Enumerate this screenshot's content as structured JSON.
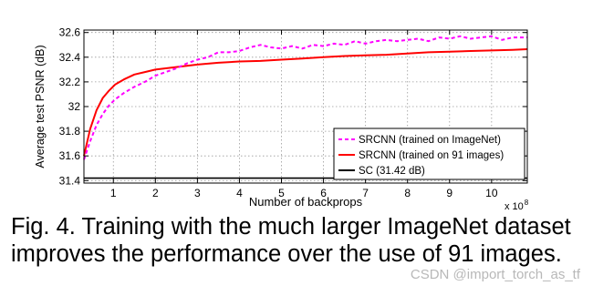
{
  "chart_data": {
    "type": "line",
    "xlabel": "Number of backprops",
    "ylabel": "Average test PSNR (dB)",
    "x_scale_label": "x 10",
    "x_scale_exp": "8",
    "xlim": [
      0.3,
      10.85
    ],
    "ylim": [
      31.38,
      32.62
    ],
    "xticks": [
      "1",
      "2",
      "3",
      "4",
      "5",
      "6",
      "7",
      "8",
      "9",
      "10"
    ],
    "yticks": [
      "31.4",
      "31.6",
      "31.8",
      "32",
      "32.2",
      "32.4",
      "32.6"
    ],
    "grid": true,
    "legend_position": "bottom-right",
    "series": [
      {
        "name": "SRCNN (trained on ImageNet)",
        "color": "#ff00ff",
        "style": "dashed",
        "x": [
          0.3,
          0.45,
          0.6,
          0.75,
          0.9,
          1.05,
          1.25,
          1.5,
          1.75,
          2.0,
          2.25,
          2.5,
          2.75,
          3.0,
          3.25,
          3.5,
          3.75,
          4.0,
          4.25,
          4.5,
          4.75,
          5.0,
          5.25,
          5.5,
          5.75,
          6.0,
          6.25,
          6.5,
          6.75,
          7.0,
          7.25,
          7.5,
          7.75,
          8.0,
          8.25,
          8.5,
          8.75,
          9.0,
          9.25,
          9.5,
          9.75,
          10.0,
          10.25,
          10.5,
          10.85
        ],
        "y": [
          31.57,
          31.72,
          31.85,
          31.94,
          32.01,
          32.06,
          32.11,
          32.16,
          32.2,
          32.25,
          32.28,
          32.31,
          32.35,
          32.38,
          32.4,
          32.44,
          32.44,
          32.45,
          32.48,
          32.5,
          32.48,
          32.47,
          32.49,
          32.47,
          32.5,
          32.49,
          32.51,
          32.5,
          32.53,
          32.51,
          32.53,
          32.54,
          32.53,
          32.54,
          32.55,
          32.53,
          32.56,
          32.55,
          32.57,
          32.55,
          32.56,
          32.57,
          32.54,
          32.56,
          32.56
        ]
      },
      {
        "name": "SRCNN (trained on 91 images)",
        "color": "#ff0000",
        "style": "solid",
        "x": [
          0.3,
          0.45,
          0.6,
          0.75,
          0.9,
          1.05,
          1.25,
          1.5,
          1.75,
          2.0,
          2.25,
          2.5,
          2.75,
          3.0,
          3.5,
          4.0,
          4.5,
          5.0,
          5.5,
          6.0,
          6.5,
          7.0,
          7.5,
          8.0,
          8.5,
          9.0,
          9.5,
          10.0,
          10.5,
          10.85
        ],
        "y": [
          31.6,
          31.82,
          31.97,
          32.07,
          32.13,
          32.18,
          32.22,
          32.26,
          32.28,
          32.3,
          32.31,
          32.32,
          32.33,
          32.34,
          32.355,
          32.365,
          32.37,
          32.38,
          32.39,
          32.4,
          32.41,
          32.415,
          32.42,
          32.43,
          32.44,
          32.445,
          32.45,
          32.455,
          32.46,
          32.465
        ]
      },
      {
        "name": "SC (31.42 dB)",
        "color": "#000000",
        "style": "solid",
        "x": [
          0.3,
          10.85
        ],
        "y": [
          31.42,
          31.42
        ]
      }
    ]
  },
  "caption": {
    "line1": "Fig. 4.  Training with the much larger ImageNet dataset",
    "line2": "improves the performance over the use of 91 images."
  },
  "watermark": "CSDN @import_torch_as_tf"
}
